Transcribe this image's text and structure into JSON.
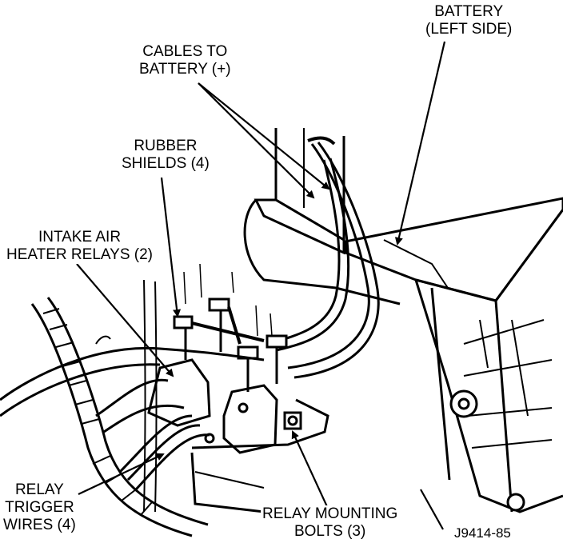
{
  "labels": {
    "battery": [
      "BATTERY",
      "(LEFT SIDE)"
    ],
    "cables": [
      "CABLES TO",
      "BATTERY (+)"
    ],
    "rubber_shields": [
      "RUBBER",
      "SHIELDS (4)"
    ],
    "intake_relays": [
      "INTAKE AIR",
      "HEATER RELAYS (2)"
    ],
    "trigger_wires": [
      "RELAY",
      "TRIGGER",
      "WIRES (4)"
    ],
    "mounting_bolts": [
      "RELAY MOUNTING",
      "BOLTS (3)"
    ],
    "figure_code": "J9414-85"
  },
  "colors": {
    "ink": "#000000",
    "paper": "#ffffff"
  }
}
